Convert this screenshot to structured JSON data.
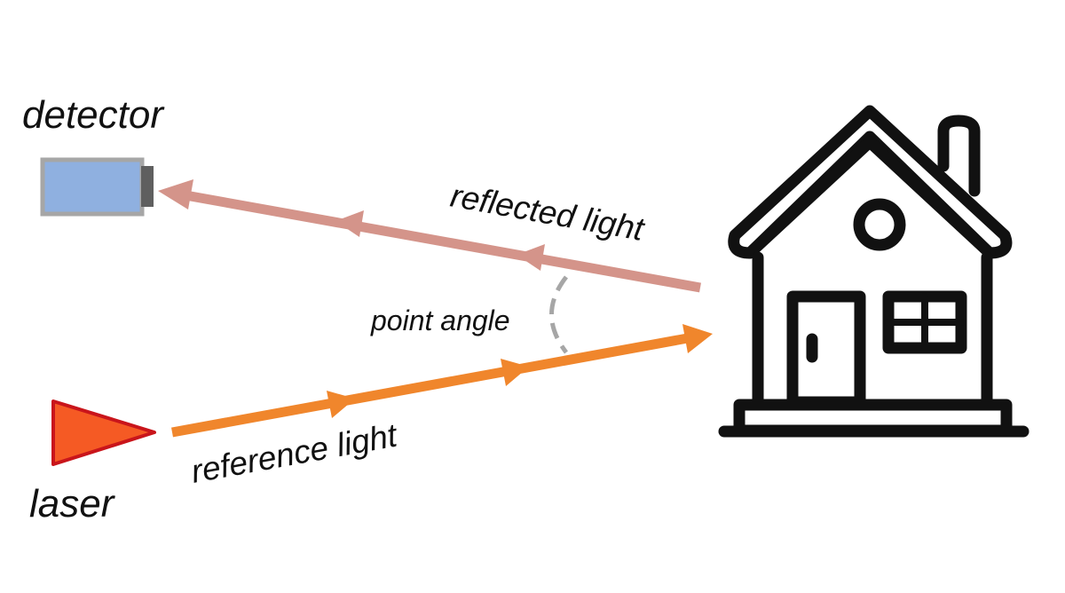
{
  "labels": {
    "detector": "detector",
    "laser": "laser",
    "reflected_light": "reflected light",
    "point_angle": "point angle",
    "reference_light": "reference light"
  },
  "icons": {
    "detector": "detector-icon",
    "laser": "laser-icon",
    "house": "house-icon"
  },
  "colors": {
    "reflected_beam": "#d4948a",
    "reference_beam": "#f0862c",
    "laser_fill": "#f55a24",
    "laser_stroke": "#c9151b",
    "detector_fill": "#8fb0e0",
    "detector_border": "#a6a6a6",
    "detector_cap": "#5f5f5f",
    "angle_arc": "#a6a6a6",
    "house_stroke": "#111111"
  }
}
